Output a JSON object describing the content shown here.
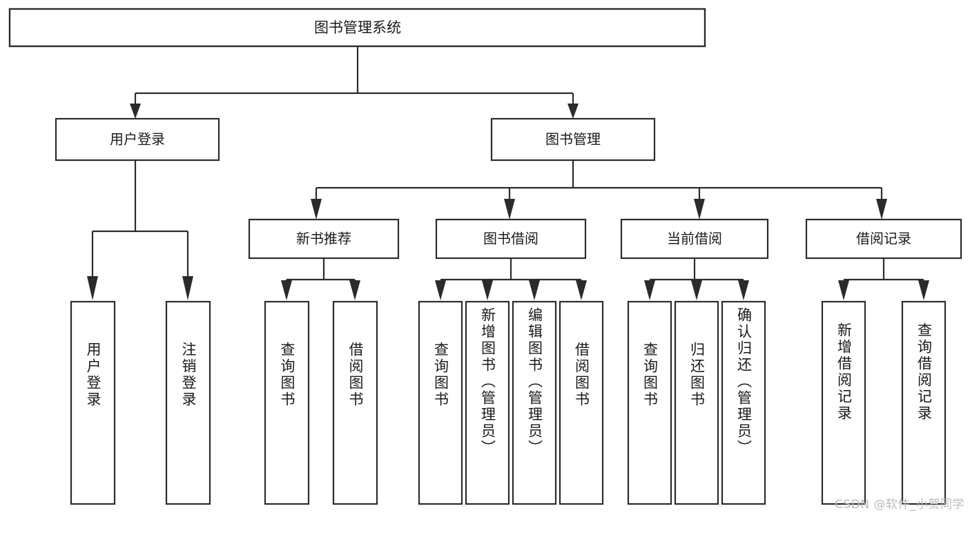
{
  "diagram": {
    "type": "tree",
    "title": "图书管理系统",
    "root": {
      "id": "root",
      "label": "图书管理系统",
      "orientation": "horizontal"
    },
    "level1": [
      {
        "id": "user-login",
        "label": "用户登录",
        "orientation": "horizontal"
      },
      {
        "id": "book-manage",
        "label": "图书管理",
        "orientation": "horizontal"
      }
    ],
    "level2": [
      {
        "id": "new-book-recommend",
        "label": "新书推荐",
        "parent": "book-manage",
        "orientation": "horizontal"
      },
      {
        "id": "book-borrow",
        "label": "图书借阅",
        "parent": "book-manage",
        "orientation": "horizontal"
      },
      {
        "id": "current-borrow",
        "label": "当前借阅",
        "parent": "book-manage",
        "orientation": "horizontal"
      },
      {
        "id": "borrow-record",
        "label": "借阅记录",
        "parent": "book-manage",
        "orientation": "horizontal"
      }
    ],
    "leaves": [
      {
        "id": "leaf-user-login",
        "label": "用户登录",
        "parent": "user-login",
        "orientation": "vertical"
      },
      {
        "id": "leaf-user-logout",
        "label": "注销登录",
        "parent": "user-login",
        "orientation": "vertical"
      },
      {
        "id": "leaf-query-book-1",
        "label": "查询图书",
        "parent": "new-book-recommend",
        "orientation": "vertical"
      },
      {
        "id": "leaf-borrow-book-1",
        "label": "借阅图书",
        "parent": "new-book-recommend",
        "orientation": "vertical"
      },
      {
        "id": "leaf-query-book-2",
        "label": "查询图书",
        "parent": "book-borrow",
        "orientation": "vertical"
      },
      {
        "id": "leaf-add-book",
        "label": "新增图书（管理员）",
        "parent": "book-borrow",
        "orientation": "vertical"
      },
      {
        "id": "leaf-edit-book",
        "label": "编辑图书（管理员）",
        "parent": "book-borrow",
        "orientation": "vertical"
      },
      {
        "id": "leaf-borrow-book-2",
        "label": "借阅图书",
        "parent": "book-borrow",
        "orientation": "vertical"
      },
      {
        "id": "leaf-query-book-3",
        "label": "查询图书",
        "parent": "current-borrow",
        "orientation": "vertical"
      },
      {
        "id": "leaf-return-book",
        "label": "归还图书",
        "parent": "current-borrow",
        "orientation": "vertical"
      },
      {
        "id": "leaf-confirm-return",
        "label": "确认归还（管理员）",
        "parent": "current-borrow",
        "orientation": "vertical"
      },
      {
        "id": "leaf-add-record",
        "label": "新增借阅记录",
        "parent": "borrow-record",
        "orientation": "vertical"
      },
      {
        "id": "leaf-query-record",
        "label": "查询借阅记录",
        "parent": "borrow-record",
        "orientation": "vertical"
      }
    ],
    "colors": {
      "stroke": "#2b2b2b",
      "fill": "#ffffff",
      "text": "#1a1a1a",
      "background": "#ffffff",
      "watermark": "#b9b9b9"
    }
  },
  "watermark": {
    "text": "CSDN @软件_小贺同学"
  }
}
